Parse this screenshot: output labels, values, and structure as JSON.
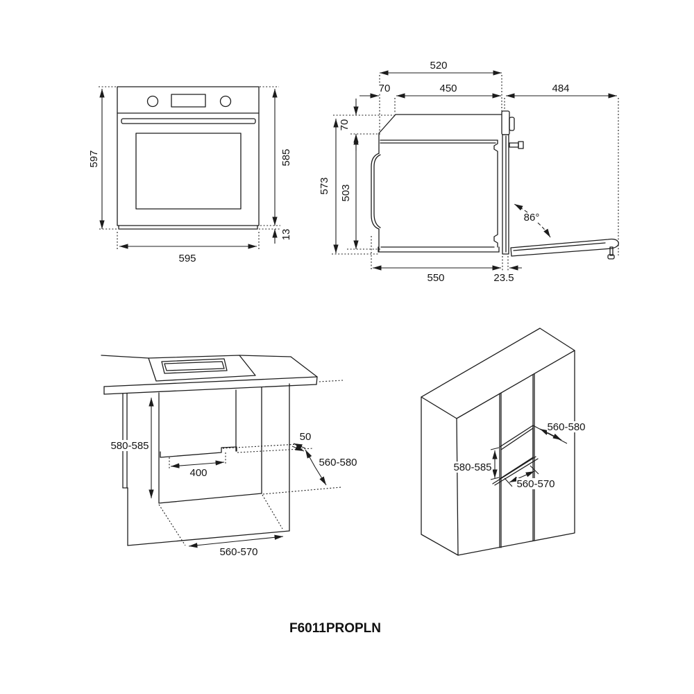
{
  "model_number": "F6011PROPLN",
  "colors": {
    "background": "#ffffff",
    "line": "#1c1c1c"
  },
  "views": {
    "front": {
      "title": "oven front view",
      "dims": {
        "overall_height": "597",
        "builtin_height": "585",
        "plinth_overhang": "13",
        "overall_width": "595"
      }
    },
    "side": {
      "title": "oven side view with open door",
      "dims": {
        "top_depth_total": "520",
        "rear_top_inset": "70",
        "top_depth_front": "450",
        "open_door_projection": "484",
        "top_recess_height": "70",
        "rear_height": "573",
        "front_height": "503",
        "door_open_angle": "86°",
        "body_depth": "550",
        "door_thickness": "23.5"
      }
    },
    "undercounter": {
      "title": "built-under installation niche",
      "dims": {
        "niche_height": "580-585",
        "support_depth": "400",
        "rear_gap": "50",
        "niche_depth": "560-580",
        "niche_width": "560-570"
      }
    },
    "column": {
      "title": "tall cabinet installation niche",
      "dims": {
        "niche_depth": "560-580",
        "niche_height": "580-585",
        "niche_width": "560-570"
      }
    }
  }
}
